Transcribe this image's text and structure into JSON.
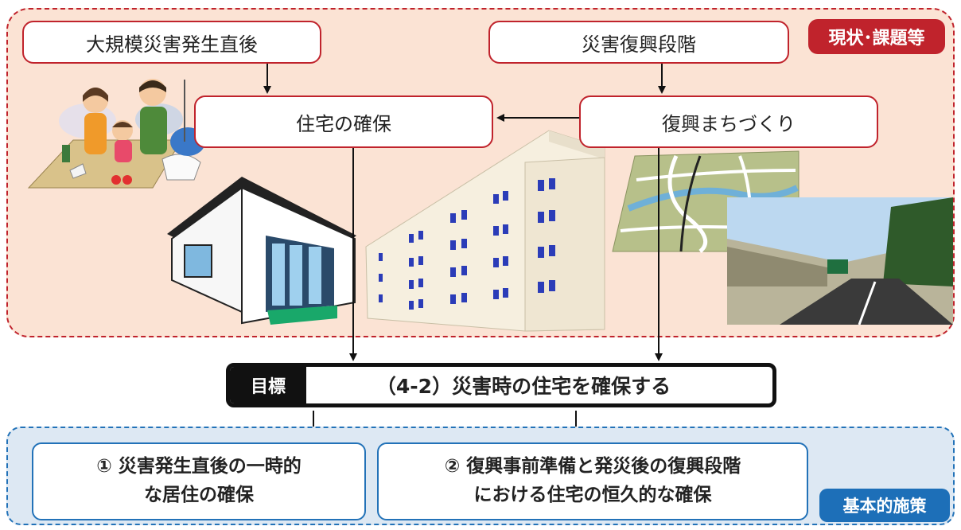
{
  "issues": {
    "badge": "現状･課題等",
    "disaster_just_after": "大規模災害発生直後",
    "recovery_stage": "災害復興段階",
    "housing": "住宅の確保",
    "town_development": "復興まちづくり"
  },
  "goal": {
    "tag": "目標",
    "text": "（4-2）災害時の住宅を確保する"
  },
  "measures": {
    "badge": "基本的施策",
    "item1": {
      "line1": "①  災害発生直後の一時的",
      "line2": "な居住の確保"
    },
    "item2": {
      "line1": "②  復興事前準備と発災後の復興段階",
      "line2": "における住宅の恒久的な確保"
    }
  },
  "colors": {
    "issues_accent": "#c0232c",
    "issues_bg": "#fbe3d4",
    "measures_accent": "#2272b8",
    "measures_bg": "#dde8f3",
    "goal_accent": "#111111"
  }
}
